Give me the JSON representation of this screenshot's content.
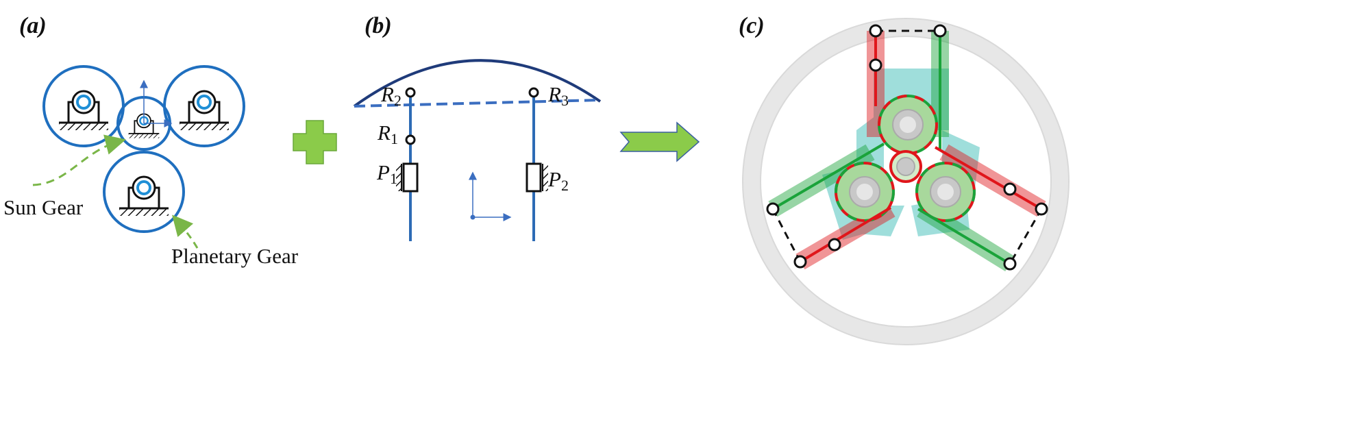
{
  "panels": {
    "a": {
      "label": "(a)",
      "sun_gear_label": "Sun Gear",
      "planetary_gear_label": "Planetary Gear"
    },
    "b": {
      "label": "(b)",
      "joints": [
        {
          "symbol": "R",
          "subscript": "2"
        },
        {
          "symbol": "R",
          "subscript": "3"
        },
        {
          "symbol": "R",
          "subscript": "1"
        },
        {
          "symbol": "P",
          "subscript": "1"
        },
        {
          "symbol": "P",
          "subscript": "2"
        }
      ]
    },
    "c": {
      "label": "(c)"
    }
  },
  "colors": {
    "gear_outline": "#1f6fbf",
    "linkage_blue": "#2d6bb5",
    "arc": "#1f3b7a",
    "plus_arrow_green": "#8bcb4a",
    "callout_green": "#7ab648",
    "red_link": "#e0161b",
    "green_link": "#1aa33a",
    "frame_gray": "#e6e6e6",
    "teal_plate": "#7fd3cf"
  },
  "icons": [
    "plus-icon",
    "arrow-right-icon"
  ]
}
